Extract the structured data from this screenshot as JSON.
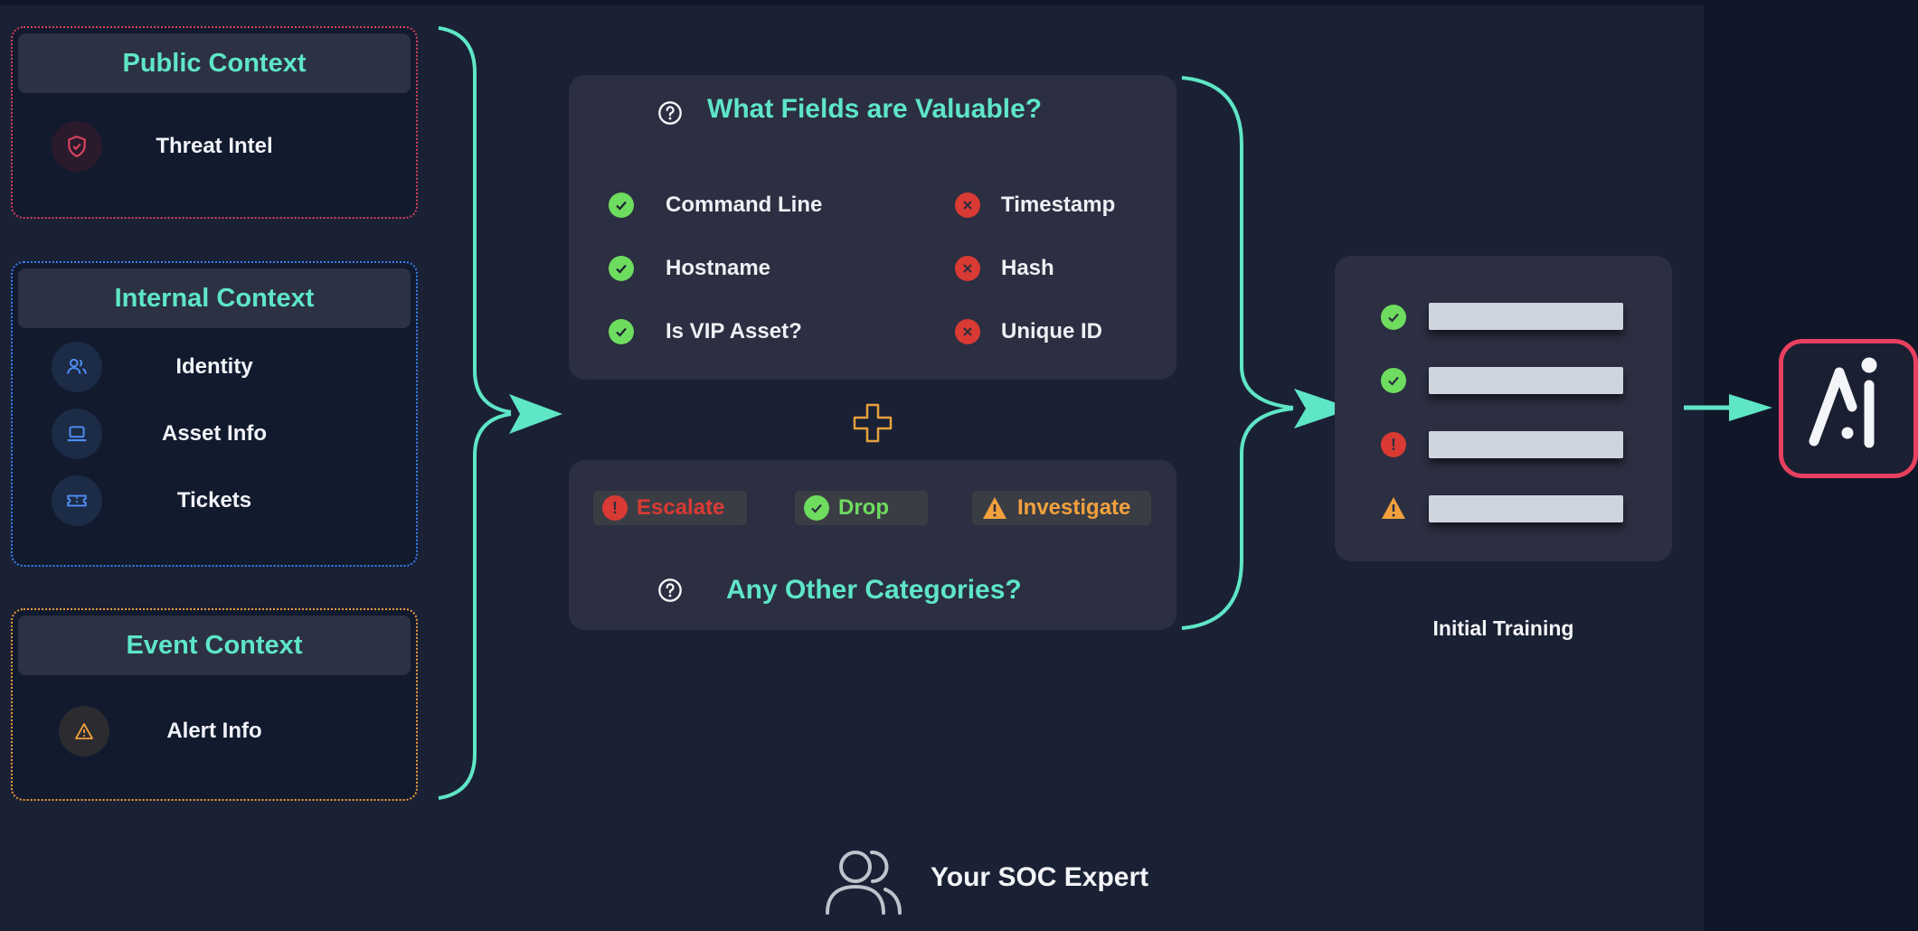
{
  "context_groups": {
    "public": {
      "title": "Public Context",
      "items": [
        {
          "label": "Threat Intel",
          "icon": "shield-check-icon"
        }
      ],
      "border_color": "#d9435e"
    },
    "internal": {
      "title": "Internal Context",
      "items": [
        {
          "label": "Identity",
          "icon": "users-icon"
        },
        {
          "label": "Asset Info",
          "icon": "laptop-icon"
        },
        {
          "label": "Tickets",
          "icon": "ticket-icon"
        }
      ],
      "border_color": "#3b82f6"
    },
    "event": {
      "title": "Event Context",
      "items": [
        {
          "label": "Alert Info",
          "icon": "warning-icon"
        }
      ],
      "border_color": "#f2a03d"
    }
  },
  "fields_panel": {
    "title": "What Fields are Valuable?",
    "valuable": [
      "Command Line",
      "Hostname",
      "Is VIP Asset?"
    ],
    "not_valuable": [
      "Timestamp",
      "Hash",
      "Unique ID"
    ]
  },
  "categories_panel": {
    "chips": [
      {
        "label": "Escalate",
        "status": "error",
        "color": "#d93a33"
      },
      {
        "label": "Drop",
        "status": "ok",
        "color": "#6edc5f"
      },
      {
        "label": "Investigate",
        "status": "warning",
        "color": "#f2a03d"
      }
    ],
    "question": "Any Other Categories?"
  },
  "training": {
    "caption": "Initial Training",
    "rows": [
      "ok",
      "ok",
      "error",
      "warning"
    ]
  },
  "expert": {
    "caption": "Your SOC Expert"
  },
  "logo": {
    "glyph": "Ai"
  },
  "colors": {
    "accent": "#5ee6c6",
    "ok": "#6edc5f",
    "error": "#d93a33",
    "warning": "#f2a03d",
    "logo_border": "#e8405f",
    "plus": "#e7a13e"
  }
}
